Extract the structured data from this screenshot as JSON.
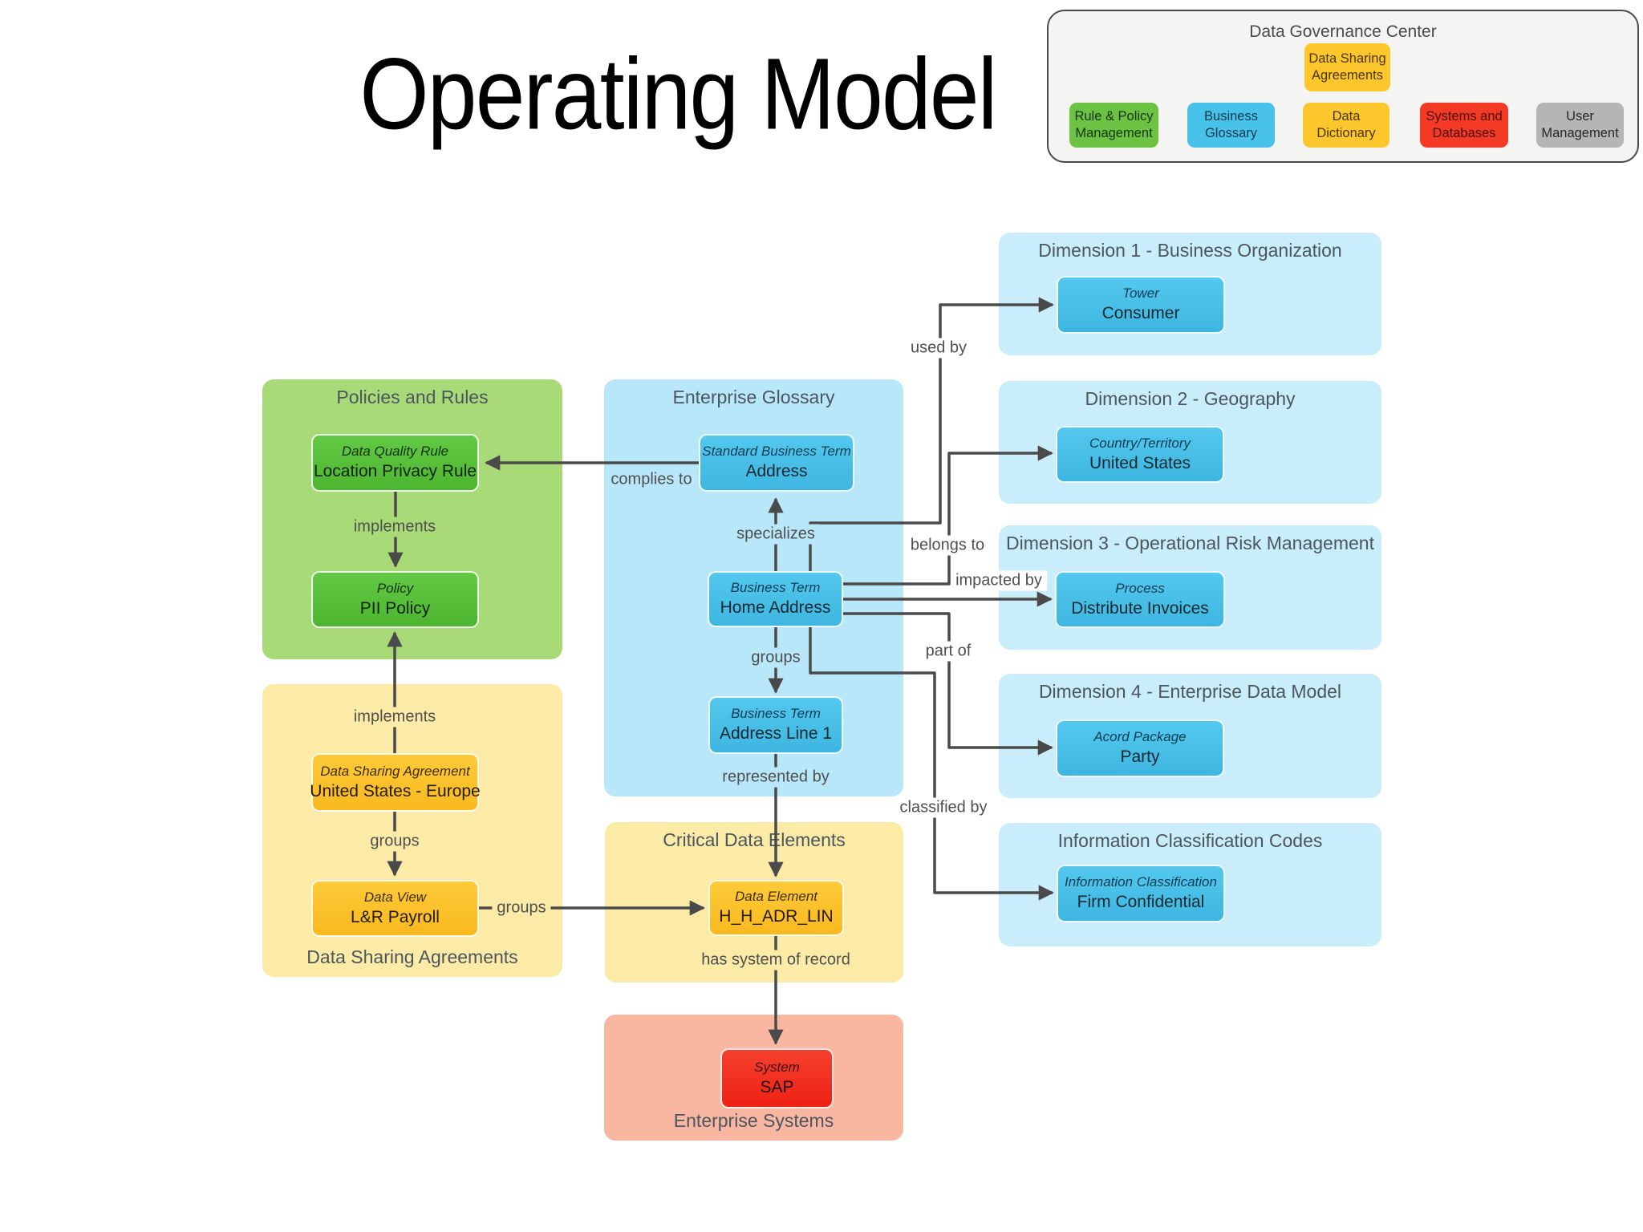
{
  "page_title": "Operating Model",
  "governance_center": {
    "title": "Data Governance Center",
    "buttons": {
      "data_sharing_agreements": "Data Sharing Agreements",
      "rule_policy": "Rule & Policy Management",
      "business_glossary": "Business Glossary",
      "data_dictionary": "Data Dictionary",
      "systems_databases": "Systems and Databases",
      "user_management": "User Management"
    }
  },
  "containers": {
    "policies_rules": "Policies and Rules",
    "data_sharing_agreements": "Data Sharing Agreements",
    "enterprise_glossary": "Enterprise Glossary",
    "critical_data_elements": "Critical Data Elements",
    "enterprise_systems": "Enterprise Systems",
    "dim1": "Dimension 1 - Business Organization",
    "dim2": "Dimension 2 - Geography",
    "dim3": "Dimension 3 - Operational Risk Management",
    "dim4": "Dimension 4 - Enterprise Data Model",
    "info_class": "Information Classification Codes"
  },
  "nodes": {
    "location_privacy_rule": {
      "type": "Data Quality Rule",
      "label": "Location Privacy Rule"
    },
    "pii_policy": {
      "type": "Policy",
      "label": "PII Policy"
    },
    "us_europe": {
      "type": "Data Sharing Agreement",
      "label": "United States - Europe"
    },
    "lr_payroll": {
      "type": "Data View",
      "label": "L&R Payroll"
    },
    "address": {
      "type": "Standard Business Term",
      "label": "Address"
    },
    "home_address": {
      "type": "Business Term",
      "label": "Home Address"
    },
    "address_line_1": {
      "type": "Business Term",
      "label": "Address Line 1"
    },
    "h_h_adr_lin": {
      "type": "Data Element",
      "label": "H_H_ADR_LIN"
    },
    "sap": {
      "type": "System",
      "label": "SAP"
    },
    "consumer": {
      "type": "Tower",
      "label": "Consumer"
    },
    "united_states": {
      "type": "Country/Territory",
      "label": "United States"
    },
    "distribute_invoices": {
      "type": "Process",
      "label": "Distribute Invoices"
    },
    "party": {
      "type": "Acord Package",
      "label": "Party"
    },
    "firm_confidential": {
      "type": "Information Classification",
      "label": "Firm Confidential"
    }
  },
  "edges": {
    "complies_to": "complies to",
    "specializes": "specializes",
    "groups_glossary": "groups",
    "represented_by": "represented by",
    "has_system_of_record": "has system of record",
    "implements_rule": "implements",
    "implements_dsa": "implements",
    "groups_dsa": "groups",
    "groups_dataview": "groups",
    "used_by": "used by",
    "belongs_to": "belongs to",
    "impacted_by": "impacted by",
    "part_of": "part of",
    "classified_by": "classified by"
  },
  "colors": {
    "green_container": "#a9da78",
    "green_node": "#55c038",
    "glossary_container": "#b9e7fa",
    "dimension_container": "#c9edfb",
    "blue_node": "#47c1e9",
    "yellow_container": "#fceba6",
    "gold_node": "#fbc32d",
    "salmon_container": "#f9b7a2",
    "red_node": "#f23428",
    "gray_button": "#b5b5b5",
    "panel_bg": "#f4f4f3",
    "edge_color": "#4a4a4a"
  }
}
